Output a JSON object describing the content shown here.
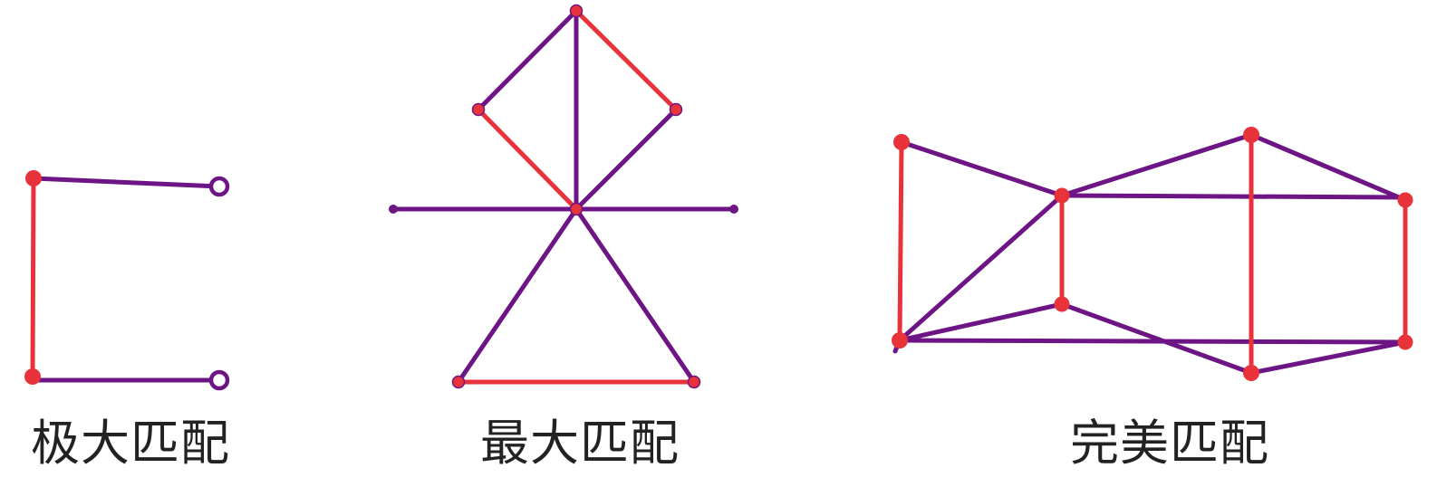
{
  "colors": {
    "matched_edge": "#e8333a",
    "unmatched_edge": "#6e1585",
    "matched_vertex": "#e8333a",
    "unmatched_vertex_fill": "#ffffff",
    "text": "#222222"
  },
  "captions": {
    "maximal": "极大匹配",
    "maximum": "最大匹配",
    "perfect": "完美匹配"
  }
}
